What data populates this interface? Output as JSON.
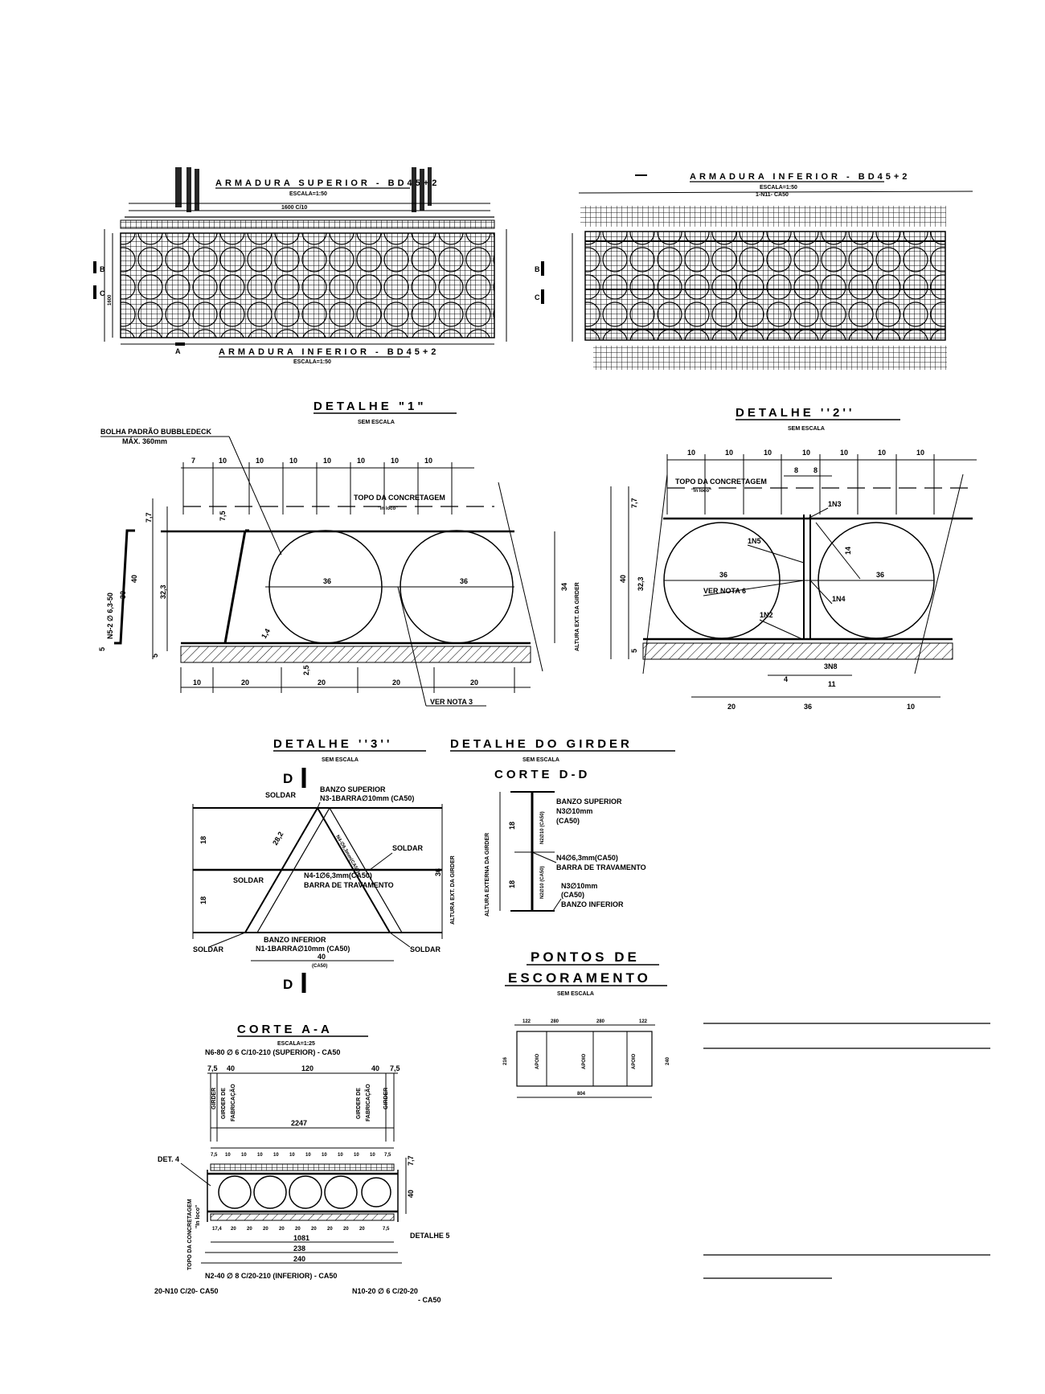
{
  "plan_superior": {
    "title": "ARMADURA  SUPERIOR  -  BD45+2",
    "scale": "ESCALA=1:50",
    "label_center": "1600 C/10",
    "side_label": "1600",
    "cut_b": "B",
    "cut_c": "C",
    "cut_a": "A"
  },
  "plan_inferior_bottom": {
    "title": "ARMADURA  INFERIOR  -  BD45+2",
    "scale": "ESCALA=1:50"
  },
  "plan_inferior": {
    "title": "ARMADURA  INFERIOR  -  BD45+2",
    "scale": "ESCALA=1:50",
    "note": "1-N11- CA50",
    "cut_b": "B",
    "cut_c": "C"
  },
  "detalhe1": {
    "title": "DETALHE  \"1\"",
    "scale": "SEM ESCALA",
    "bolha_label": "BOLHA PADRÃO BUBBLEDECK",
    "bolha_sub": "MÁX. 360mm",
    "top_dims": [
      "7",
      "10",
      "10",
      "10",
      "10",
      "10",
      "10",
      "10"
    ],
    "topo": "TOPO DA CONCRETAGEM",
    "topo_sub": "\"In loco\"",
    "diam1": "36",
    "diam2": "36",
    "left_dims": [
      "7,7",
      "40",
      "32,3",
      "5"
    ],
    "small_dims": [
      "7,5",
      "1,4",
      "2,5"
    ],
    "bottom_dims": [
      "10",
      "20",
      "20",
      "20",
      "20"
    ],
    "note": "VER NOTA 3",
    "vertical_label": "ALTURA EXT. DA GIRDER",
    "side_v": "34",
    "bar_label": "N5-2 ∅ 6,3-50",
    "bar_dims": [
      "30",
      "5"
    ]
  },
  "detalhe2": {
    "title": "DETALHE  ''2''",
    "scale": "SEM ESCALA",
    "top_dims": [
      "10",
      "10",
      "10",
      "10",
      "10",
      "10",
      "10"
    ],
    "topo": "TOPO DA CONCRETAGEM",
    "topo_sub": "\"In loco\"",
    "dims_86": [
      "8",
      "8"
    ],
    "labels": [
      "1N3",
      "1N5",
      "VER NOTA 6",
      "1N4",
      "1N2",
      "3N8"
    ],
    "diam1": "36",
    "diam2": "36",
    "v14": "14",
    "left_dims": [
      "7,7",
      "40",
      "32,3",
      "5"
    ],
    "bottom_dims": [
      "20",
      "36",
      "10"
    ],
    "small_dims": [
      "4",
      "11"
    ]
  },
  "detalhe3": {
    "title": "DETALHE  ''3''",
    "scale": "SEM ESCALA",
    "cut_d": "D",
    "soldar": "SOLDAR",
    "banzo_sup": "BANZO SUPERIOR",
    "banzo_sup_sub": "N3-1BARRA∅10mm (CA50)",
    "diag_label": "N4-∅6,3mm(CA50)",
    "travamento": "N4-1∅6,3mm(CA50)",
    "travamento_sub": "BARRA DE TRAVAMENTO",
    "banzo_inf": "BANZO INFERIOR",
    "banzo_inf_sub": "N1-1BARRA∅10mm (CA50)",
    "dims_left": [
      "18",
      "18"
    ],
    "dim_bottom": "40",
    "dim_bottom_sub": "(CA50)",
    "vertical_label": "ALTURA EXT. DA GIRDER",
    "side_v": "36",
    "diag_dim": "28,2"
  },
  "girder": {
    "title": "DETALHE  DO  GIRDER",
    "scale": "SEM ESCALA",
    "cut_title": "CORTE  D-D",
    "banzo_sup": "BANZO SUPERIOR",
    "banzo_sup_sub": "N3∅10mm",
    "banzo_sup_sub2": "(CA50)",
    "travamento": "N4∅6,3mm(CA50)",
    "travamento_sub": "BARRA DE TRAVAMENTO",
    "banzo_inf": "N3∅10mm",
    "banzo_inf_sub": "(CA50)",
    "banzo_inf_sub2": "BANZO INFERIOR",
    "vertical_label": "ALTURA EXTERNA DA GIRDER",
    "dims": [
      "18",
      "18"
    ],
    "bar_v": "N2∅10 (CA50)"
  },
  "escoramento": {
    "title1": "PONTOS  DE",
    "title2": "ESCORAMENTO",
    "scale": "SEM ESCALA",
    "top_dims": [
      "122",
      "280",
      "280",
      "122"
    ],
    "left_dim": "216",
    "right_dim": "240",
    "bottom_dim": "804",
    "apoio": "APOIO"
  },
  "corte_aa": {
    "title": "CORTE  A-A",
    "scale": "ESCALA=1:25",
    "note_top": "N6-80 ∅ 6 C/10-210 (SUPERIOR) - CA50",
    "top_dims": [
      "7,5",
      "40",
      "120",
      "40",
      "7,5"
    ],
    "girder_l": "GIRDER DE",
    "girder_l2": "FABRICAÇÃO",
    "girder_r": "GIRDER DE",
    "girder_r2": "FABRICAÇÃO",
    "girder_word": "GIRDER",
    "width": "2247",
    "det4": "DET. 4",
    "spacing": [
      "7,5",
      "10",
      "10",
      "10",
      "10",
      "10",
      "10",
      "10",
      "10",
      "10",
      "10",
      "7,5"
    ],
    "topo_v": "TOPO DA CONCRETAGEM",
    "topo_v2": "\"In loco\"",
    "right_v": "7,7",
    "right_v2": "40",
    "bottom_spacing": [
      "17,4",
      "20",
      "20",
      "20",
      "20",
      "20",
      "20",
      "20",
      "20",
      "20",
      "7,5"
    ],
    "det5": "DETALHE 5",
    "dim_1": "1081",
    "dim_2": "238",
    "dim_3": "240",
    "note_bottom": "N2-40 ∅ 8 C/20-210 (INFERIOR) - CA50",
    "note_l": "20-N10 C/20- CA50",
    "note_r": "N10-20 ∅ 6 C/20-20",
    "note_r2": "- CA50"
  }
}
